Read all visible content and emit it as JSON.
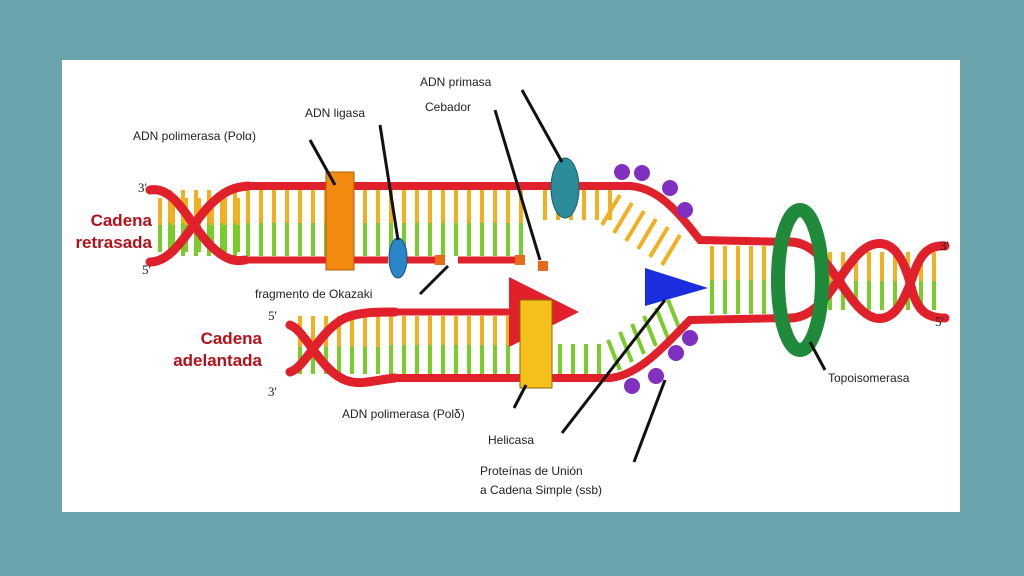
{
  "diagram": {
    "strand_labels": {
      "lagging_line1": "Cadena",
      "lagging_line2": "retrasada",
      "leading_line1": "Cadena",
      "leading_line2": "adelantada"
    },
    "end_labels": {
      "lag_left_top": "3'",
      "lag_left_bottom": "5'",
      "lead_left_top": "5'",
      "lead_left_bottom": "3'",
      "right_top": "3'",
      "right_bottom": "5'"
    },
    "annotations": {
      "primase": "ADN primasa",
      "primer": "Cebador",
      "ligase": "ADN ligasa",
      "pol_alpha": "ADN polimerasa (Polα)",
      "okazaki": "fragmento de Okazaki",
      "pol_delta": "ADN polimerasa (Polδ)",
      "helicase": "Helicasa",
      "ssb_line1": "Proteínas de Unión",
      "ssb_line2": "a Cadena Simple (ssb)",
      "topoisomerase": "Topoisomerasa"
    },
    "colors": {
      "backbone": "#e0202a",
      "base_yellow": "#f0b020",
      "base_green": "#7acc2a",
      "pol_alpha": "#f28a10",
      "pol_delta": "#f6c01a",
      "primase": "#2c8c9a",
      "ligase": "#2a86c8",
      "helicase": "#1a2ee0",
      "ssb": "#8030c0",
      "topoisomerase": "#1f8a3a",
      "label_red": "#b3121a"
    }
  }
}
